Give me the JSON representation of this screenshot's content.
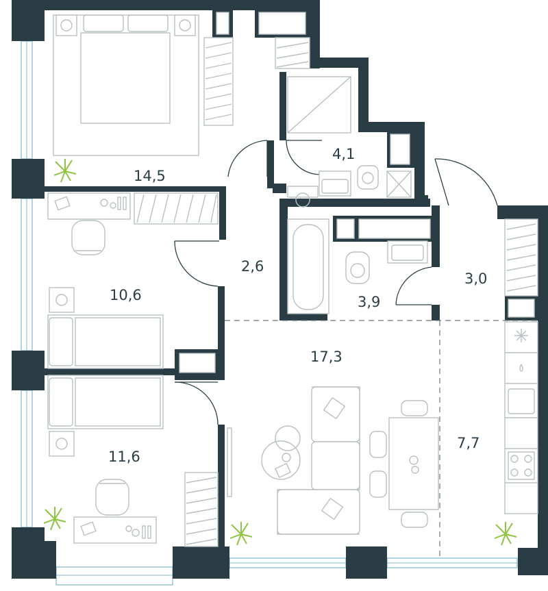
{
  "plan": {
    "rooms": [
      {
        "id": "bedroom-1",
        "area": "14,5"
      },
      {
        "id": "bathroom-1",
        "area": "4,1"
      },
      {
        "id": "bedroom-2",
        "area": "10,6"
      },
      {
        "id": "hall",
        "area": "2,6"
      },
      {
        "id": "bathroom-2",
        "area": "3,9"
      },
      {
        "id": "entrance-hall",
        "area": "3,0"
      },
      {
        "id": "living-room",
        "area": "17,3"
      },
      {
        "id": "kitchen",
        "area": "7,7"
      },
      {
        "id": "bedroom-3",
        "area": "11,6"
      }
    ],
    "colors": {
      "wall": "#2a3d45",
      "furniture": "#b9c0c2",
      "window": "#7fb7cc",
      "plant": "#8fc341"
    }
  }
}
